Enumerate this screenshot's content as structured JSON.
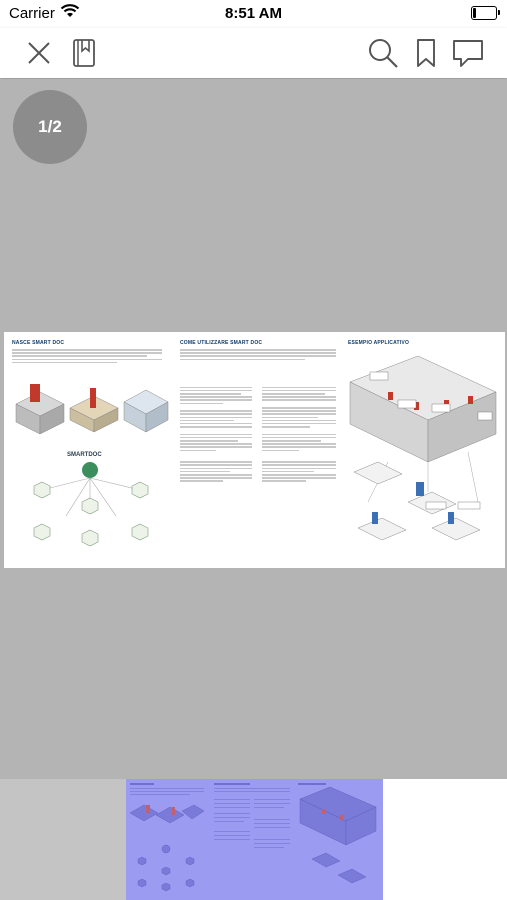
{
  "status_bar": {
    "carrier": "Carrier",
    "time": "8:51 AM"
  },
  "toolbar": {
    "close_icon": "close-icon",
    "outline_icon": "book-outline-icon",
    "search_icon": "search-icon",
    "bookmark_icon": "bookmark-icon",
    "comment_icon": "comment-icon"
  },
  "viewer": {
    "page_indicator": "1/2"
  },
  "document": {
    "col1_title": "NASCE SMART DOC",
    "col2_title": "COME UTILIZZARE SMART DOC",
    "col3_title": "ESEMPIO APPLICATIVO",
    "brand": "SMARTDOC"
  },
  "colors": {
    "toolbar_bg": "#ffffff",
    "viewer_bg": "#b4b4b4",
    "badge_bg": "#8c8c8c",
    "thumb_highlight": "#9b9bf2"
  }
}
